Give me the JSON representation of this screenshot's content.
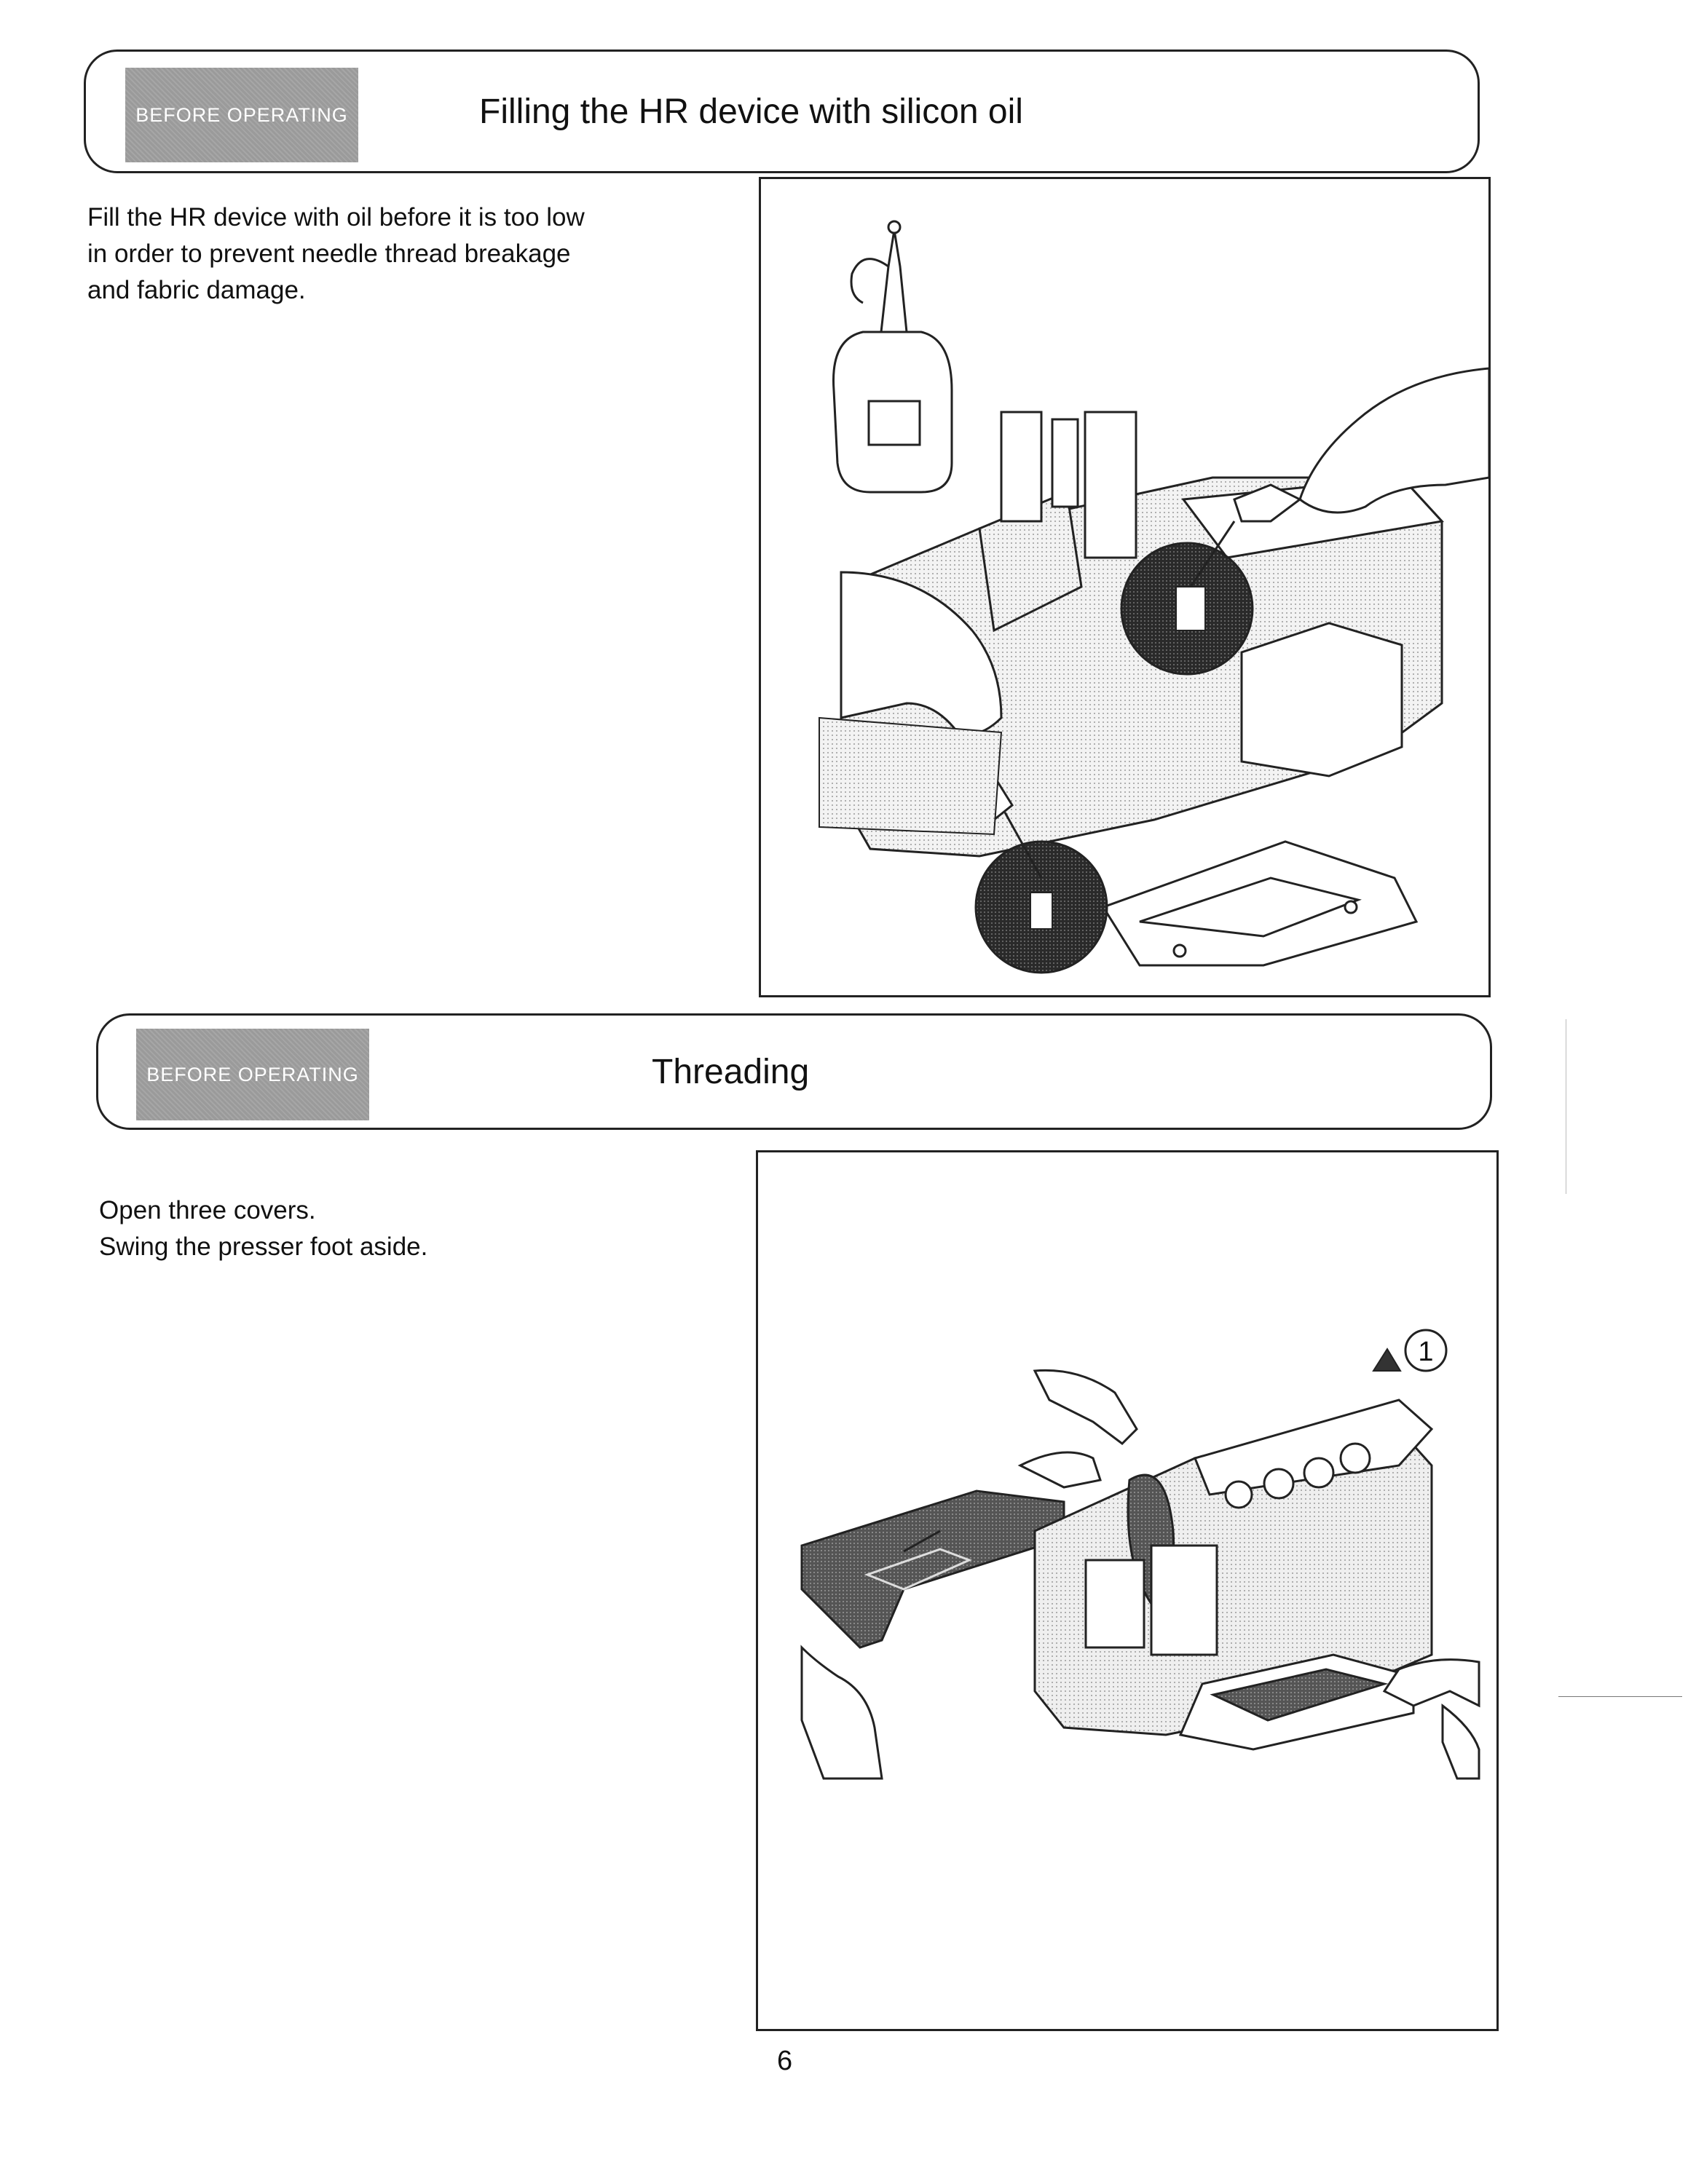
{
  "sections": [
    {
      "tag": "BEFORE OPERATING",
      "title": "Filling the HR device with silicon oil",
      "body": [
        "Fill the HR device with oil before it is too low",
        "in order to prevent needle thread breakage",
        "and fabric damage."
      ],
      "figure_icons": [
        "oil-bottle-icon",
        "hand-icon",
        "sewing-machine-icon",
        "oil-fill-point-icon"
      ]
    },
    {
      "tag": "BEFORE OPERATING",
      "title": "Threading",
      "body": [
        "Open three covers.",
        "Swing the presser foot aside."
      ],
      "callout": "1",
      "figure_icons": [
        "sewing-machine-icon",
        "hand-icon",
        "warning-triangle-icon",
        "open-cover-icon"
      ]
    }
  ],
  "page_number": "6"
}
